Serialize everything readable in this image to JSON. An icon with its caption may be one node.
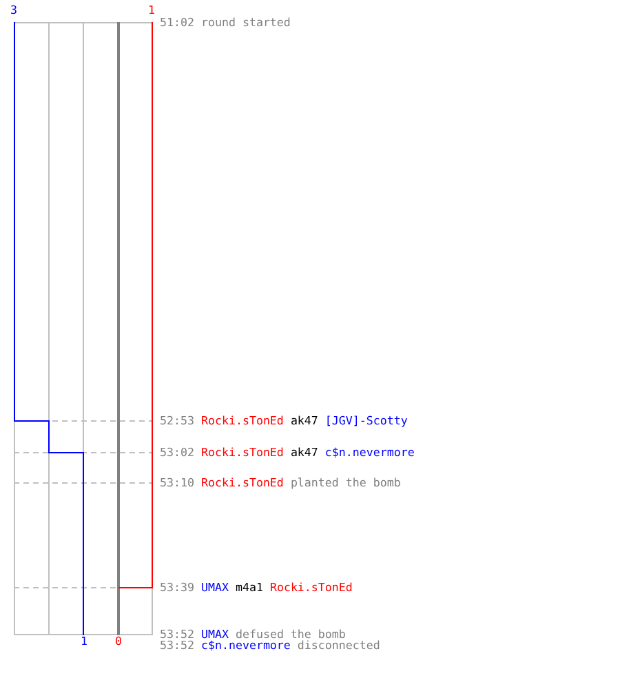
{
  "diagram": {
    "labels": [
      "3",
      "1",
      "51:02",
      "round started",
      "52:53",
      "Rocki.sTonEd",
      "ak47",
      "[JGV]-Scotty",
      "53:02",
      "Rocki.sTonEd",
      "ak47",
      "c$n.nevermore",
      "53:10",
      "Rocki.sTonEd",
      "planted the bomb",
      "53:39",
      "UMAX",
      "m4a1",
      "Rocki.sTonEd",
      "1",
      "0",
      "53:52",
      "UMAX",
      "defused the bomb",
      "53:52",
      "c$n.nevermore",
      "disconnected"
    ]
  }
}
